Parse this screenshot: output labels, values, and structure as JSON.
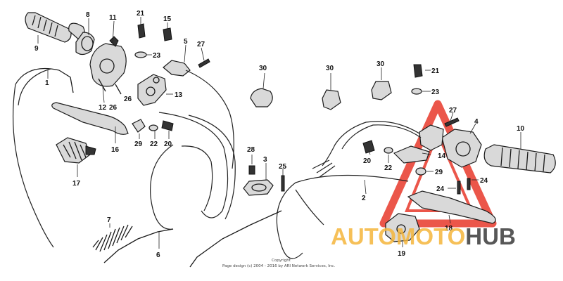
{
  "callouts": {
    "c1": "1",
    "c2": "2",
    "c3": "3",
    "c4": "4",
    "c5": "5",
    "c6": "6",
    "c7": "7",
    "c8": "8",
    "c9": "9",
    "c10": "10",
    "c11": "11",
    "c12": "12",
    "c13": "13",
    "c14": "14",
    "c15": "15",
    "c16": "16",
    "c17": "17",
    "c18": "18",
    "c19": "19",
    "c20a": "20",
    "c20b": "20",
    "c21a": "21",
    "c21b": "21",
    "c22a": "22",
    "c22b": "22",
    "c23a": "23",
    "c23b": "23",
    "c24a": "24",
    "c24b": "24",
    "c25": "25",
    "c26a": "26",
    "c26b": "26",
    "c27a": "27",
    "c27b": "27",
    "c28": "28",
    "c29a": "29",
    "c29b": "29",
    "c30a": "30",
    "c30b": "30",
    "c30c": "30"
  },
  "watermark": {
    "part1": "AUTO",
    "part2": "MOTO",
    "part3": "HUB",
    "color_orange": "#f5b63c",
    "color_red": "#e8392b",
    "color_dark": "#3a3a3a"
  },
  "copyright": {
    "line1": "Copyright",
    "line2": "Page design (c) 2004 - 2016 by ARI Network Services, Inc."
  }
}
